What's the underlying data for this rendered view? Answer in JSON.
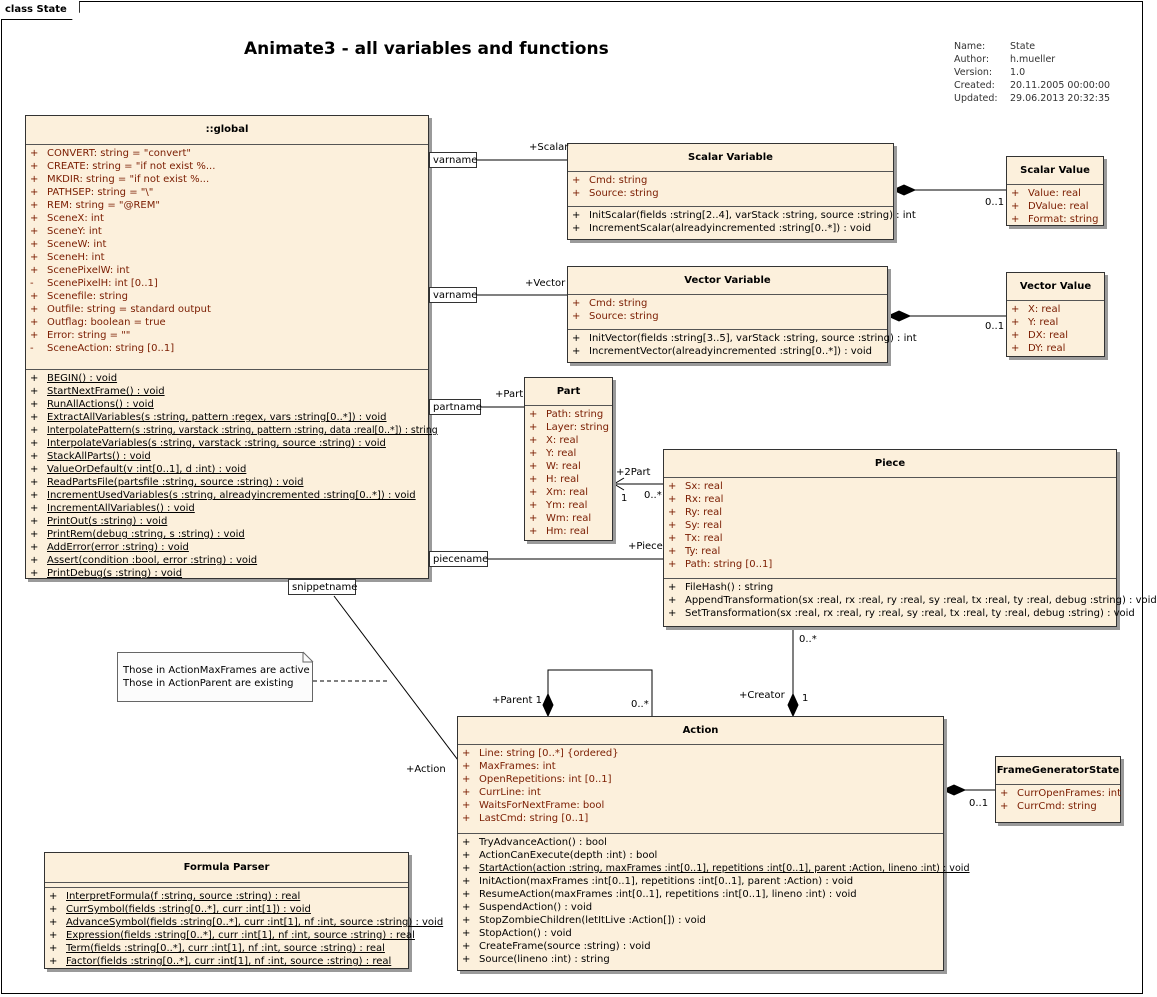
{
  "frame_tab": "class State",
  "title": "Animate3 - all variables and functions",
  "meta": [
    {
      "k": "Name:",
      "v": "State"
    },
    {
      "k": "Author:",
      "v": "h.mueller"
    },
    {
      "k": "Version:",
      "v": "1.0"
    },
    {
      "k": "Created:",
      "v": "20.11.2005 00:00:00"
    },
    {
      "k": "Updated:",
      "v": "29.06.2013 20:32:35"
    }
  ],
  "classes": {
    "global": {
      "name": "::global",
      "attributes": [
        {
          "v": "+",
          "t": "CONVERT:  string = \"convert\""
        },
        {
          "v": "+",
          "t": "CREATE:  string = \"if not exist %..."
        },
        {
          "v": "+",
          "t": "MKDIR:  string = \"if not exist %..."
        },
        {
          "v": "+",
          "t": "PATHSEP:  string = \"\\\""
        },
        {
          "v": "+",
          "t": "REM:  string = \"@REM\""
        },
        {
          "v": "+",
          "t": "SceneX:  int"
        },
        {
          "v": "+",
          "t": "SceneY:  int"
        },
        {
          "v": "+",
          "t": "SceneW:  int"
        },
        {
          "v": "+",
          "t": "SceneH:  int"
        },
        {
          "v": "+",
          "t": "ScenePixelW:  int"
        },
        {
          "v": "-",
          "t": "ScenePixelH:  int [0..1]"
        },
        {
          "v": "+",
          "t": "Scenefile:  string"
        },
        {
          "v": "+",
          "t": "Outfile:  string = standard output"
        },
        {
          "v": "+",
          "t": "Outflag:  boolean = true"
        },
        {
          "v": "+",
          "t": "Error:  string = \"\""
        },
        {
          "v": "-",
          "t": "SceneAction:  string [0..1]"
        }
      ],
      "operations": [
        {
          "v": "+",
          "t": "BEGIN() : void"
        },
        {
          "v": "+",
          "t": "StartNextFrame() : void"
        },
        {
          "v": "+",
          "t": "RunAllActions() : void"
        },
        {
          "v": "+",
          "t": "ExtractAllVariables(s :string, pattern :regex, vars :string[0..*]) : void"
        },
        {
          "v": "+",
          "t": "InterpolatePattern(s :string, varstack :string, pattern :string, data :real[0..*]) : string"
        },
        {
          "v": "+",
          "t": "InterpolateVariables(s :string, varstack :string, source :string) : void"
        },
        {
          "v": "+",
          "t": "StackAllParts() : void"
        },
        {
          "v": "+",
          "t": "ValueOrDefault(v :int[0..1], d :int) : void"
        },
        {
          "v": "+",
          "t": "ReadPartsFile(partsfile :string, source :string) : void"
        },
        {
          "v": "+",
          "t": "IncrementUsedVariables(s :string, alreadyincremented :string[0..*]) : void"
        },
        {
          "v": "+",
          "t": "IncrementAllVariables() : void"
        },
        {
          "v": "+",
          "t": "PrintOut(s :string) : void"
        },
        {
          "v": "+",
          "t": "PrintRem(debug :string, s :string) : void"
        },
        {
          "v": "+",
          "t": "AddError(error :string) : void"
        },
        {
          "v": "+",
          "t": "Assert(condition :bool, error :string) : void"
        },
        {
          "v": "+",
          "t": "PrintDebug(s :string) : void"
        }
      ]
    },
    "scalar_variable": {
      "name": "Scalar Variable",
      "attributes": [
        {
          "v": "+",
          "t": "Cmd:  string"
        },
        {
          "v": "+",
          "t": "Source:  string"
        }
      ],
      "operations": [
        {
          "v": "+",
          "t": "InitScalar(fields :string[2..4], varStack :string, source :string) : int"
        },
        {
          "v": "+",
          "t": "IncrementScalar(alreadyincremented :string[0..*]) : void"
        }
      ]
    },
    "scalar_value": {
      "name": "Scalar Value",
      "attributes": [
        {
          "v": "+",
          "t": "Value:  real"
        },
        {
          "v": "+",
          "t": "DValue:  real"
        },
        {
          "v": "+",
          "t": "Format:  string"
        }
      ]
    },
    "vector_variable": {
      "name": "Vector Variable",
      "attributes": [
        {
          "v": "+",
          "t": "Cmd:  string"
        },
        {
          "v": "+",
          "t": "Source:  string"
        }
      ],
      "operations": [
        {
          "v": "+",
          "t": "InitVector(fields :string[3..5], varStack :string, source :string) : int"
        },
        {
          "v": "+",
          "t": "IncrementVector(alreadyincremented :string[0..*]) : void"
        }
      ]
    },
    "vector_value": {
      "name": "Vector Value",
      "attributes": [
        {
          "v": "+",
          "t": "X:  real"
        },
        {
          "v": "+",
          "t": "Y:  real"
        },
        {
          "v": "+",
          "t": "DX:  real"
        },
        {
          "v": "+",
          "t": "DY:  real"
        }
      ]
    },
    "part": {
      "name": "Part",
      "attributes": [
        {
          "v": "+",
          "t": "Path:  string"
        },
        {
          "v": "+",
          "t": "Layer:  string"
        },
        {
          "v": "+",
          "t": "X:  real"
        },
        {
          "v": "+",
          "t": "Y:  real"
        },
        {
          "v": "+",
          "t": "W:  real"
        },
        {
          "v": "+",
          "t": "H:  real"
        },
        {
          "v": "+",
          "t": "Xm:  real"
        },
        {
          "v": "+",
          "t": "Ym:  real"
        },
        {
          "v": "+",
          "t": "Wm:  real"
        },
        {
          "v": "+",
          "t": "Hm:  real"
        }
      ]
    },
    "piece": {
      "name": "Piece",
      "attributes": [
        {
          "v": "+",
          "t": "Sx:  real"
        },
        {
          "v": "+",
          "t": "Rx:  real"
        },
        {
          "v": "+",
          "t": "Ry:  real"
        },
        {
          "v": "+",
          "t": "Sy:  real"
        },
        {
          "v": "+",
          "t": "Tx:  real"
        },
        {
          "v": "+",
          "t": "Ty:  real"
        },
        {
          "v": "+",
          "t": "Path:  string [0..1]"
        }
      ],
      "operations": [
        {
          "v": "+",
          "t": "FileHash() : string"
        },
        {
          "v": "+",
          "t": "AppendTransformation(sx :real, rx :real, ry :real, sy :real, tx :real, ty :real, debug :string) : void"
        },
        {
          "v": "+",
          "t": "SetTransformation(sx :real, rx :real, ry :real, sy :real, tx :real, ty :real, debug :string) : void"
        }
      ]
    },
    "action": {
      "name": "Action",
      "attributes": [
        {
          "v": "+",
          "t": "Line:  string [0..*] {ordered}"
        },
        {
          "v": "+",
          "t": "MaxFrames:  int"
        },
        {
          "v": "+",
          "t": "OpenRepetitions:  int [0..1]"
        },
        {
          "v": "+",
          "t": "CurrLine:  int"
        },
        {
          "v": "+",
          "t": "WaitsForNextFrame:  bool"
        },
        {
          "v": "+",
          "t": "LastCmd:  string [0..1]"
        }
      ],
      "operations": [
        {
          "v": "+",
          "t": "TryAdvanceAction() : bool"
        },
        {
          "v": "+",
          "t": "ActionCanExecute(depth :int) : bool"
        },
        {
          "v": "+",
          "t": "StartAction(action :string, maxFrames :int[0..1], repetitions :int[0..1], parent :Action, lineno :int) : void",
          "static": true
        },
        {
          "v": "+",
          "t": "InitAction(maxFrames :int[0..1], repetitions :int[0..1], parent :Action) : void"
        },
        {
          "v": "+",
          "t": "ResumeAction(maxFrames :int[0..1], repetitions :int[0..1], lineno :int) : void"
        },
        {
          "v": "+",
          "t": "SuspendAction() : void"
        },
        {
          "v": "+",
          "t": "StopZombieChildren(letItLive :Action[]) : void"
        },
        {
          "v": "+",
          "t": "StopAction() : void"
        },
        {
          "v": "+",
          "t": "CreateFrame(source :string) : void"
        },
        {
          "v": "+",
          "t": "Source(lineno :int) : string"
        }
      ]
    },
    "frame_generator_state": {
      "name": "FrameGeneratorState",
      "attributes": [
        {
          "v": "+",
          "t": "CurrOpenFrames:  int"
        },
        {
          "v": "+",
          "t": "CurrCmd:  string"
        }
      ]
    },
    "formula_parser": {
      "name": "Formula Parser",
      "operations": [
        {
          "v": "+",
          "t": "InterpretFormula(f :string, source :string) : real"
        },
        {
          "v": "+",
          "t": "CurrSymbol(fields :string[0..*], curr :int[1]) : void"
        },
        {
          "v": "+",
          "t": "AdvanceSymbol(fields :string[0..*], curr :int[1], nf :int, source :string) : void"
        },
        {
          "v": "+",
          "t": "Expression(fields :string[0..*], curr :int[1], nf :int, source :string) : real"
        },
        {
          "v": "+",
          "t": "Term(fields :string[0..*], curr :int[1], nf :int, source :string) : real"
        },
        {
          "v": "+",
          "t": "Factor(fields :string[0..*], curr :int[1], nf :int, source :string) : real"
        }
      ]
    }
  },
  "qualifiers": {
    "varname1": "varname",
    "varname2": "varname",
    "partname": "partname",
    "piecename": "piecename",
    "snippetname": "snippetname"
  },
  "roles": {
    "scalar": "+Scalar",
    "vector": "+Vector",
    "part": "+Part",
    "two_part": "+2Part",
    "piece": "+Piece",
    "action": "+Action",
    "parent": "+Parent 1",
    "creator": "+Creator"
  },
  "multiplicities": {
    "scalar_value": "0..1",
    "vector_value": "0..1",
    "part_one": "1",
    "piece_many": "0..*",
    "action_children": "0..*",
    "piece_creator": "0..*",
    "creator_one": "1",
    "frame_gen": "0..1"
  },
  "note": {
    "line1": "Those in ActionMaxFrames are active",
    "line2": "Those in ActionParent are existing"
  }
}
